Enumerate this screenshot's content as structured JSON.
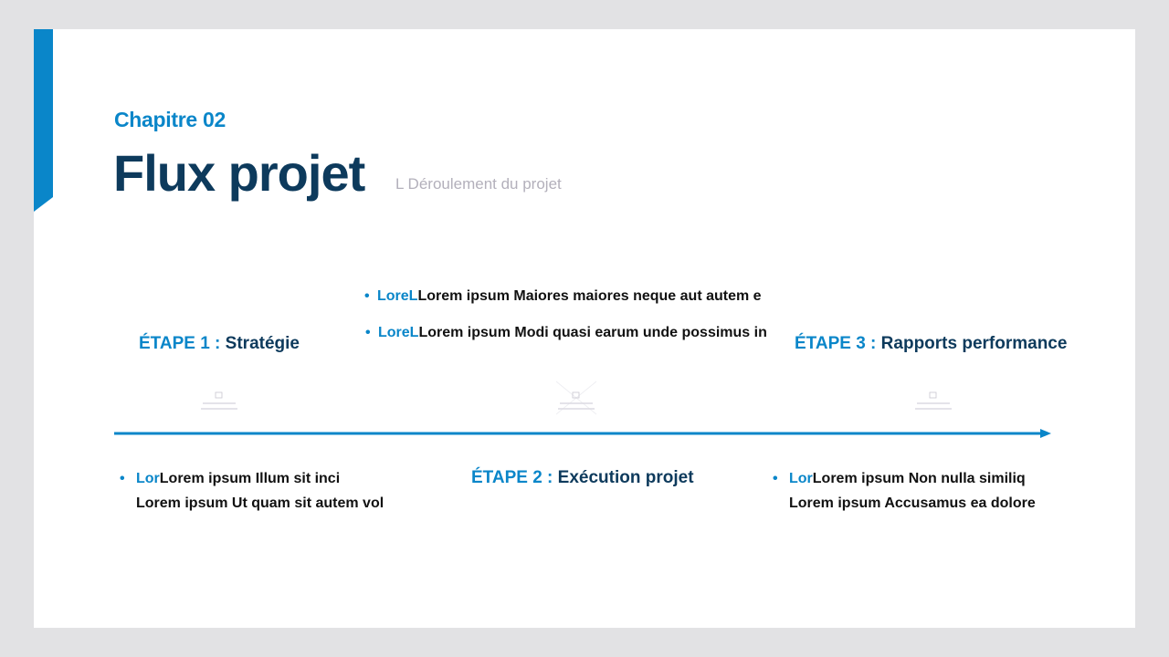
{
  "header": {
    "chapter": "Chapitre 02",
    "title": "Flux projet",
    "subtitle": "L Déroulement du projet"
  },
  "colors": {
    "accent": "#0a86c9",
    "title": "#0d3a5c",
    "background": "#ffffff",
    "frame": "#e2e2e4"
  },
  "steps": [
    {
      "num": "ÉTAPE 1 :",
      "name": " Stratégie"
    },
    {
      "num": "ÉTAPE 2 :",
      "name": " Exécution projet"
    },
    {
      "num": "ÉTAPE 3 :",
      "name": " Rapports performance"
    }
  ],
  "bullets_top": [
    {
      "hl": "LoreL",
      "text": "Lorem ipsum Maiores maiores neque aut autem e"
    },
    {
      "hl": "LoreL",
      "text": "Lorem ipsum Modi quasi earum unde possimus in"
    }
  ],
  "bullets_left": {
    "hl": "Lor",
    "text": "Lorem ipsum Illum sit inci",
    "line2": "Lorem ipsum Ut quam sit autem vol"
  },
  "bullets_right": {
    "hl": "Lor",
    "text": "Lorem ipsum Non nulla similiq",
    "line2": "Lorem ipsum Accusamus ea dolore"
  },
  "icons": [
    "image-placeholder-icon",
    "image-placeholder-icon",
    "image-placeholder-icon"
  ]
}
